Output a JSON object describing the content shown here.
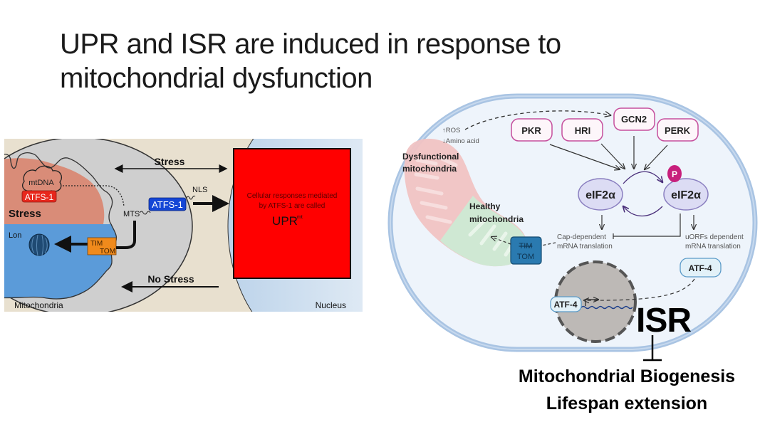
{
  "slide": {
    "title_line1": "UPR and ISR are induced in response to",
    "title_line2": "mitochondrial dysfunction"
  },
  "left_figure": {
    "mtdna_label": "mtDNA",
    "atfs1_mito_label": "ATFS-1",
    "stress_inside_label": "Stress",
    "lon_label": "Lon",
    "tim_label": "TIM",
    "tom_label": "TOM",
    "mts_label": "MTS",
    "nls_label": "NLS",
    "atfs1_cyto_label": "ATFS-1",
    "stress_arrow_label": "Stress",
    "no_stress_arrow_label": "No Stress",
    "mitochondria_label": "Mitochondria",
    "nucleus_label": "Nucleus",
    "upr_box": {
      "text_line1": "Cellular responses mediated",
      "text_line2": "by ATFS-1 are called",
      "upr_main": "UPR",
      "upr_sup": "mt"
    },
    "colors": {
      "background": "#e8e0cf",
      "matrix_stress": "#d98c78",
      "matrix_normal": "#5b9bd9",
      "atfs1_red": "#e8271c",
      "atfs1_blue": "#1546d6",
      "tim_tom": "#f08a1c",
      "upr_box": "#ff0000"
    }
  },
  "right_figure": {
    "ros_label": "↑ROS",
    "amino_label": "↓Amino acid",
    "dysfunctional_label_1": "Dysfunctional",
    "dysfunctional_label_2": "mitochondria",
    "healthy_label_1": "Healthy",
    "healthy_label_2": "mitochondria",
    "kinases": [
      "PKR",
      "HRI",
      "GCN2",
      "PERK"
    ],
    "eif2a_label": "eIF2α",
    "eif2a_p_label": "eIF2α",
    "phospho_label": "P",
    "cap_dep_1": "Cap-dependent",
    "cap_dep_2": "mRNA translation",
    "uorf_1": "uORFs dependent",
    "uorf_2": "mRNA translation",
    "atf4_cyto": "ATF-4",
    "atf4_nuc": "ATF-4",
    "tim_label": "TIM",
    "tom_label": "TOM",
    "colors": {
      "cell_fill": "#eef4fb",
      "cell_border": "#a9c4e3",
      "kinase_border": "#c54f9d",
      "eif2a_fill": "#dcdcf4",
      "phospho": "#c81f7c",
      "nucleus": "#bdb9b6",
      "timtom": "#2a7ab0"
    }
  },
  "isr_label": "ISR",
  "outcomes": {
    "line1": "Mitochondrial Biogenesis",
    "line2": "Lifespan extension"
  }
}
